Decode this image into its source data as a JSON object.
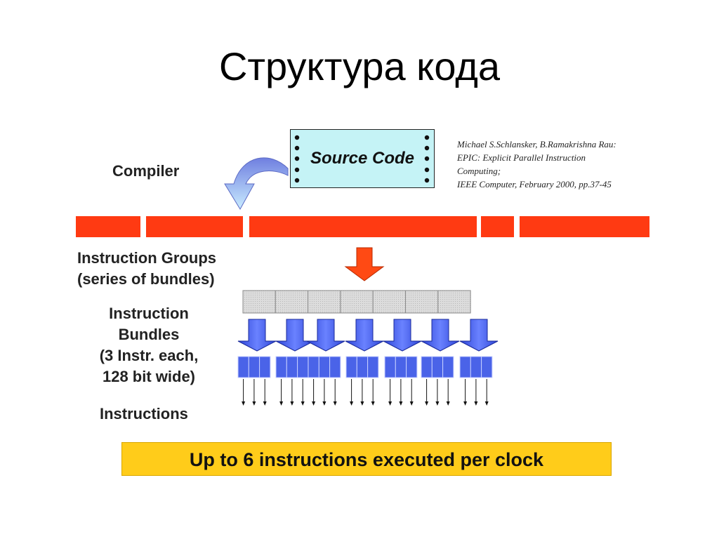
{
  "title": "Структура кода",
  "labels": {
    "compiler": "Compiler",
    "groups_line1": "Instruction Groups",
    "groups_line2": "(series of bundles)",
    "bundles_lines": [
      "Instruction",
      "Bundles",
      "(3 Instr. each,",
      "128 bit wide)"
    ],
    "instructions": "Instructions"
  },
  "source_code": "Source Code",
  "citation": [
    "Michael S.Schlansker, B.Ramakrishna Rau:",
    "EPIC: Explicit Parallel Instruction",
    "Computing;",
    "IEEE Computer, February 2000, pp.37-45"
  ],
  "banner": "Up to 6 instructions executed per clock",
  "colors": {
    "group_bar": "#ff3a12",
    "source_box": "#c5f3f6",
    "bundle_arrow": "#4a63e8",
    "down_arrow": "#ff4a14",
    "banner": "#ffcc1a",
    "curved_arrow": "#a8d4f0"
  }
}
